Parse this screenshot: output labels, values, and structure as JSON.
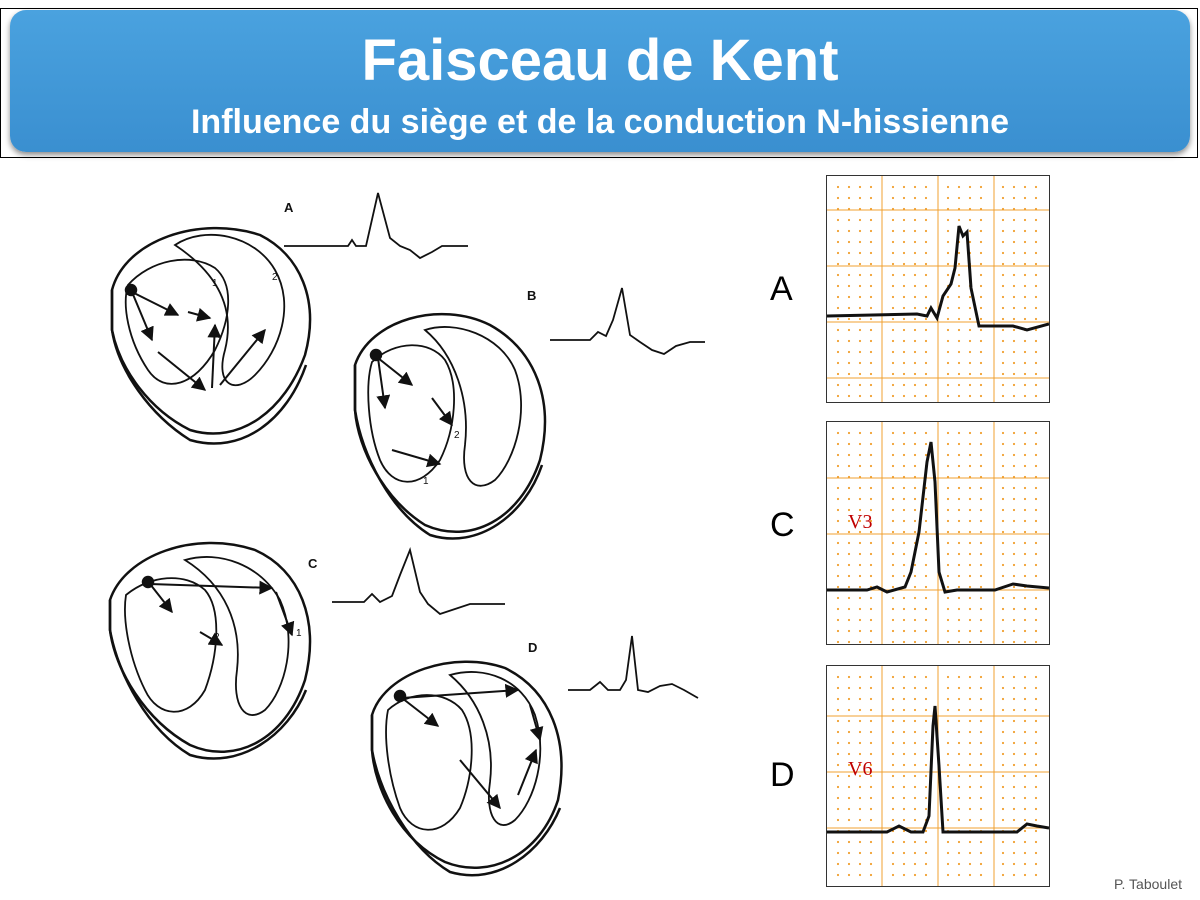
{
  "header": {
    "title": "Faisceau de Kent",
    "subtitle": "Influence du siège et de la conduction N-hissienne"
  },
  "diagrams": [
    {
      "letter": "A",
      "numbers": [
        "1",
        "2"
      ]
    },
    {
      "letter": "B",
      "numbers": [
        "2",
        "1"
      ]
    },
    {
      "letter": "C",
      "numbers": [
        "2",
        "1"
      ]
    },
    {
      "letter": "D",
      "numbers": []
    }
  ],
  "ecg_panels": [
    {
      "label": "A",
      "lead": ""
    },
    {
      "label": "C",
      "lead": "V3"
    },
    {
      "label": "D",
      "lead": "V6"
    }
  ],
  "credit": "P. Taboulet",
  "colors": {
    "header_blue": "#3a8fd0",
    "grid_orange": "#f0a030",
    "lead_red": "#c00000"
  }
}
